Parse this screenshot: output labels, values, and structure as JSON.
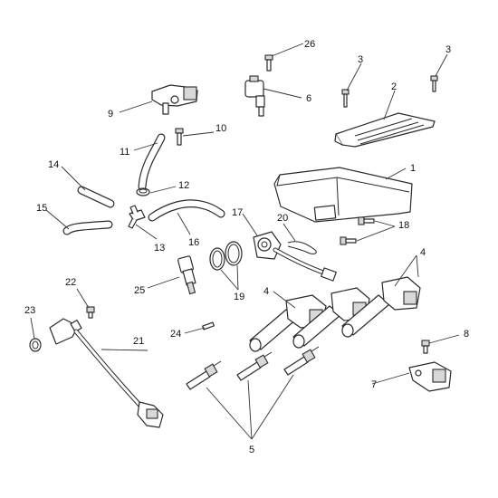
{
  "callouts": {
    "c1": "1",
    "c2": "2",
    "c3a": "3",
    "c3b": "3",
    "c4a": "4",
    "c4b": "4",
    "c5": "5",
    "c6": "6",
    "c7": "7",
    "c8": "8",
    "c9": "9",
    "c10": "10",
    "c11": "11",
    "c12": "12",
    "c13": "13",
    "c14": "14",
    "c15": "15",
    "c16": "16",
    "c17": "17",
    "c18": "18",
    "c19": "19",
    "c20": "20",
    "c21": "21",
    "c22": "22",
    "c23": "23",
    "c24": "24",
    "c25": "25",
    "c26": "26"
  }
}
